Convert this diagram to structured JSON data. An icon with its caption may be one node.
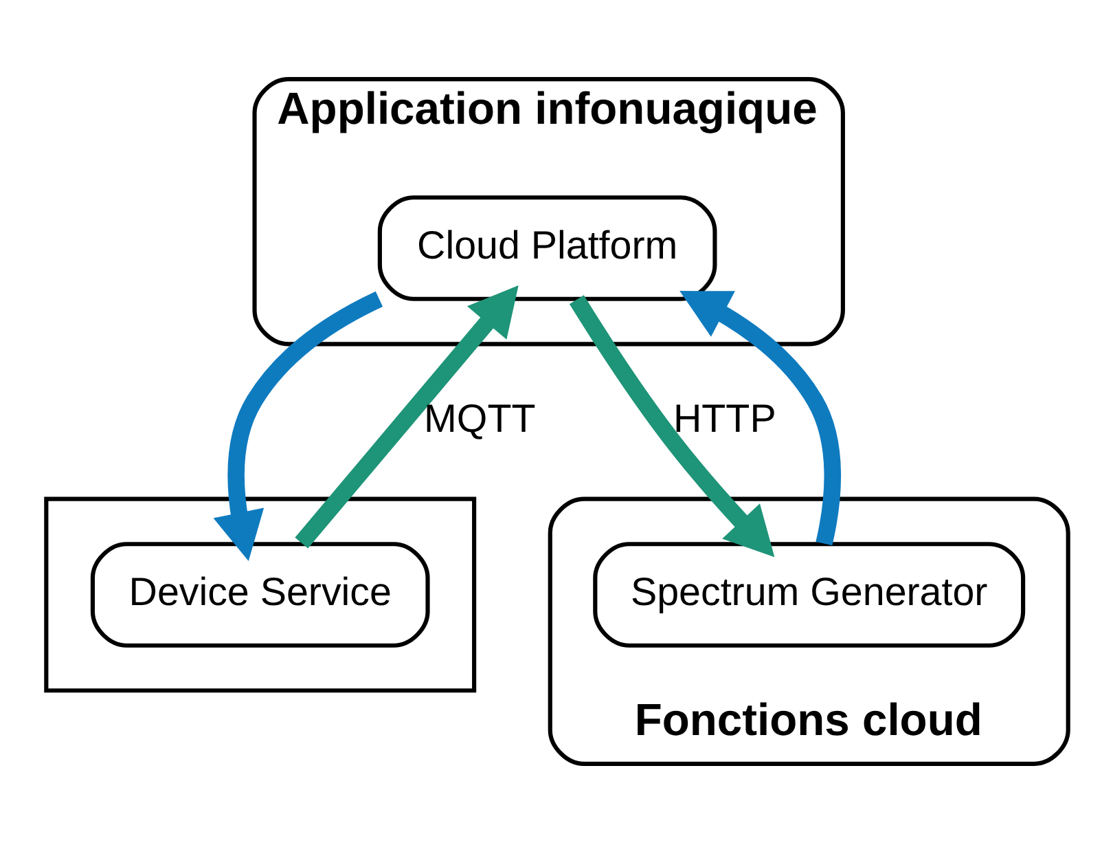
{
  "diagram": {
    "nodes": [
      {
        "text": [
          "Application infonuagique"
        ]
      },
      {
        "text": [
          "Cloud Platform"
        ],
        "in": 0
      },
      {
        "text": [],
        "shape": "box"
      },
      {
        "text": [
          "Device Service"
        ],
        "in": 2
      },
      {
        "text": [
          "Fonctions cloud"
        ]
      },
      {
        "text": [
          "Spectrum Generator"
        ],
        "in": 4
      }
    ],
    "edges": [
      {
        "from": 1,
        "to": 3,
        "arrow": "to",
        "color": "#0f7bbf"
      },
      {
        "from": 3,
        "to": 1,
        "arrow": "to",
        "label": "MQTT",
        "color": "#1e9478"
      },
      {
        "from": 5,
        "to": 1,
        "arrow": "to",
        "color": "#0f7bbf"
      },
      {
        "from": 1,
        "to": 5,
        "arrow": "to",
        "label": "HTTP",
        "color": "#1e9478"
      }
    ]
  }
}
